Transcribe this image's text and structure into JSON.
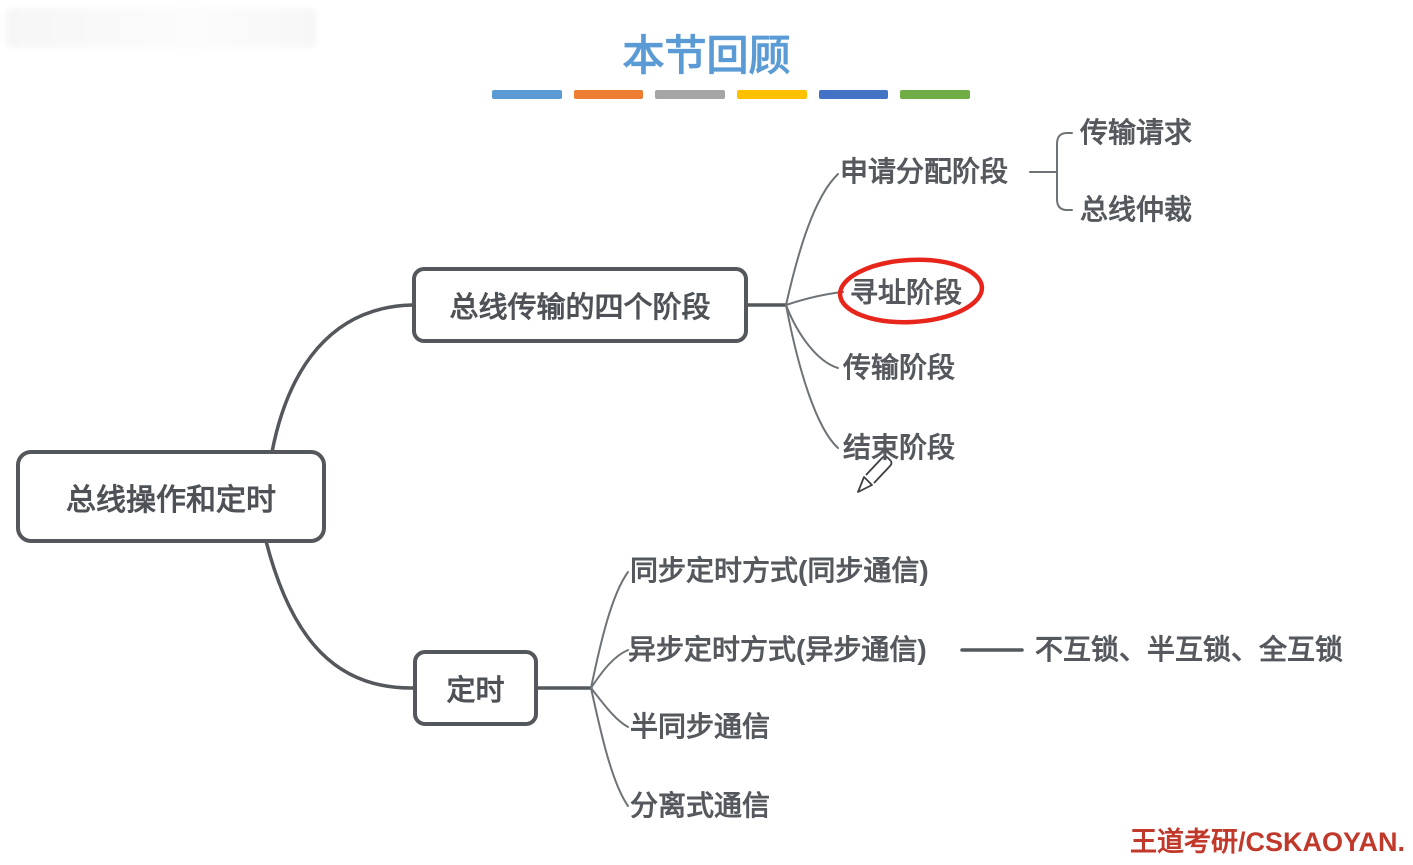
{
  "header": {
    "title": "本节回顾",
    "title_color": "#5B9BD5",
    "divider_bars": [
      "#5B9BD5",
      "#ED7D31",
      "#A5A5A5",
      "#FFC000",
      "#4472C4",
      "#70AD47"
    ]
  },
  "mindmap": {
    "root": {
      "label": "总线操作和定时"
    },
    "branch_phases": {
      "label": "总线传输的四个阶段",
      "children": [
        {
          "label": "申请分配阶段",
          "children": [
            {
              "label": "传输请求"
            },
            {
              "label": "总线仲裁"
            }
          ]
        },
        {
          "label": "寻址阶段",
          "annotation": "red-circle"
        },
        {
          "label": "传输阶段"
        },
        {
          "label": "结束阶段"
        }
      ]
    },
    "branch_timing": {
      "label": "定时",
      "children": [
        {
          "label": "同步定时方式(同步通信)"
        },
        {
          "label": "异步定时方式(异步通信)",
          "detail": "不互锁、半互锁、全互锁"
        },
        {
          "label": "半同步通信"
        },
        {
          "label": "分离式通信"
        }
      ]
    },
    "colors": {
      "node_border": "#54585c",
      "node_text": "#4e5257",
      "label_text": "#55595e",
      "connector_thick": "#54585c",
      "connector_thin": "#6e7377",
      "annotation_red": "#e8251b"
    }
  },
  "footer": {
    "watermark": "王道考研/CSKAOYAN.",
    "watermark_color": "#c0392b"
  }
}
